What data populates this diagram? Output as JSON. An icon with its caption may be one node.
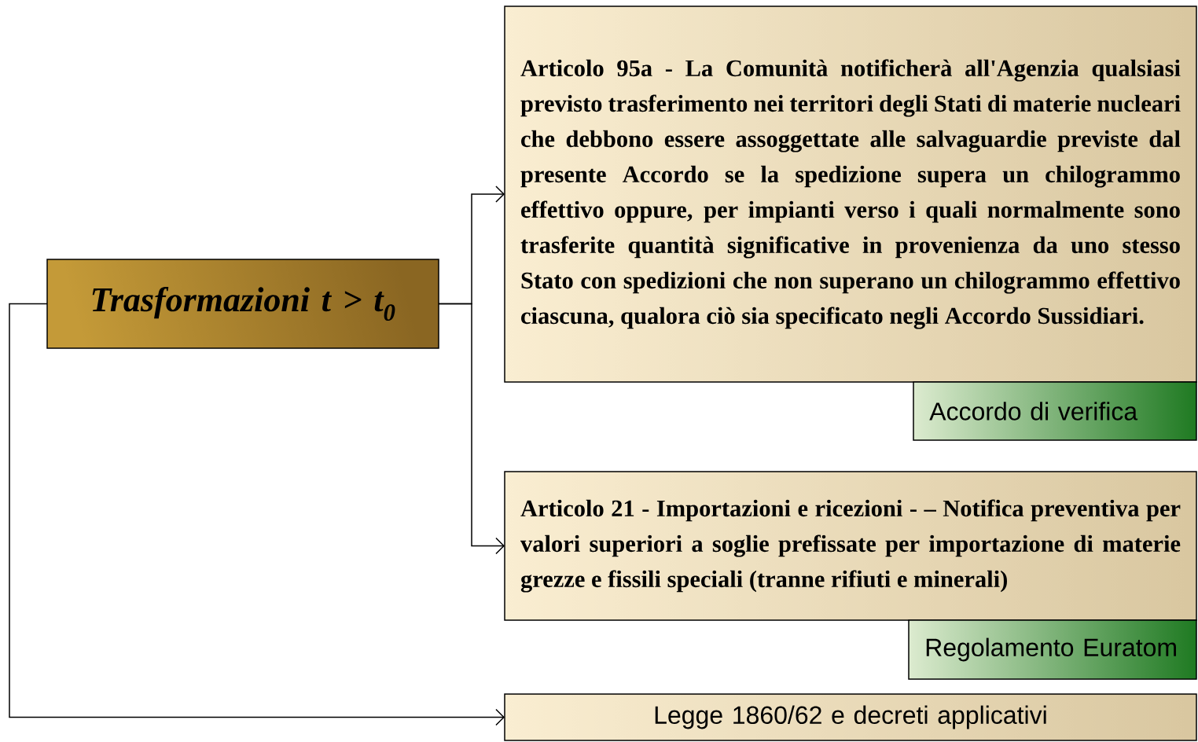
{
  "diagram": {
    "nodes": [
      {
        "text": [
          "Trasformazioni t > t$_{0}$"
        ]
      },
      {
        "text": [
          "Articolo 95a - La Comunità notificherà all'Agenzia qualsiasi previsto trasferimento nei territori degli Stati di materie nucleari che debbono essere assoggettate alle salvaguardie previste dal presente Accordo se la spedizione supera un chilogrammo effettivo oppure, per impianti verso i quali normalmente sono trasferite quantità significative in provenienza da uno stesso Stato con spedizioni che non superano un chilogrammo effettivo ciascuna, qualora ciò sia specificato negli Accordo Sussidiari."
        ]
      },
      {
        "text": [
          "Accordo di verifica"
        ]
      },
      {
        "text": [
          "Articolo 21 - Importazioni e ricezioni - – Notifica preventiva per valori superiori a soglie prefissate per importazione di materie grezze e fissili speciali (tranne rifiuti e minerali)"
        ]
      },
      {
        "text": [
          "Regolamento Euratom"
        ]
      },
      {
        "text": [
          "Legge 1860/62 e decreti applicativi"
        ]
      }
    ],
    "edges": [
      {
        "from": 0,
        "to": 1,
        "arrow": "to"
      },
      {
        "from": 0,
        "to": 3,
        "arrow": "to"
      },
      {
        "from": 0,
        "to": 5,
        "arrow": "to"
      }
    ]
  }
}
